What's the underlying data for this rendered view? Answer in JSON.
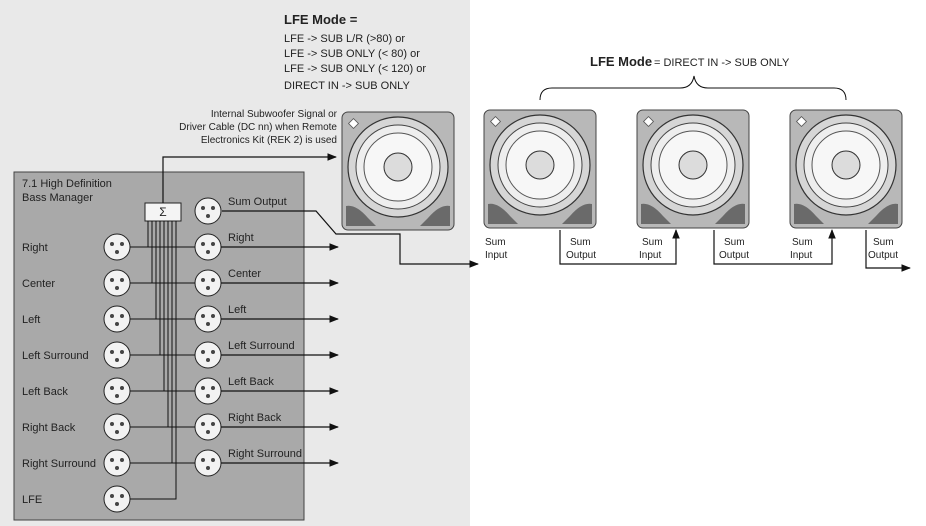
{
  "lfe_mode_block": {
    "title": "LFE Mode =",
    "lines": [
      "LFE -> SUB  L/R  (>80) or",
      "LFE -> SUB  ONLY (< 80) or",
      "LFE -> SUB  ONLY (< 120) or",
      "DIRECT IN -> SUB  ONLY"
    ]
  },
  "lfe_mode_right": {
    "title": "LFE Mode",
    "value": "= DIRECT IN -> SUB ONLY"
  },
  "internal_note": [
    "Internal Subwoofer Signal or",
    "Driver Cable (DC nn) when Remote",
    "Electronics Kit  (REK 2) is used"
  ],
  "bass_manager": {
    "title_line1": "7.1 High Definition",
    "title_line2": "Bass Manager",
    "sum_symbol": "Σ",
    "inputs": [
      "Right",
      "Center",
      "Left",
      "Left Surround",
      "Left Back",
      "Right Back",
      "Right Surround",
      "LFE"
    ],
    "outputs": [
      "Sum Output",
      "Right",
      "Center",
      "Left",
      "Left Surround",
      "Left Back",
      "Right Back",
      "Right Surround"
    ]
  },
  "sub_labels": {
    "sum": "Sum",
    "input": "Input",
    "output": "Output"
  }
}
